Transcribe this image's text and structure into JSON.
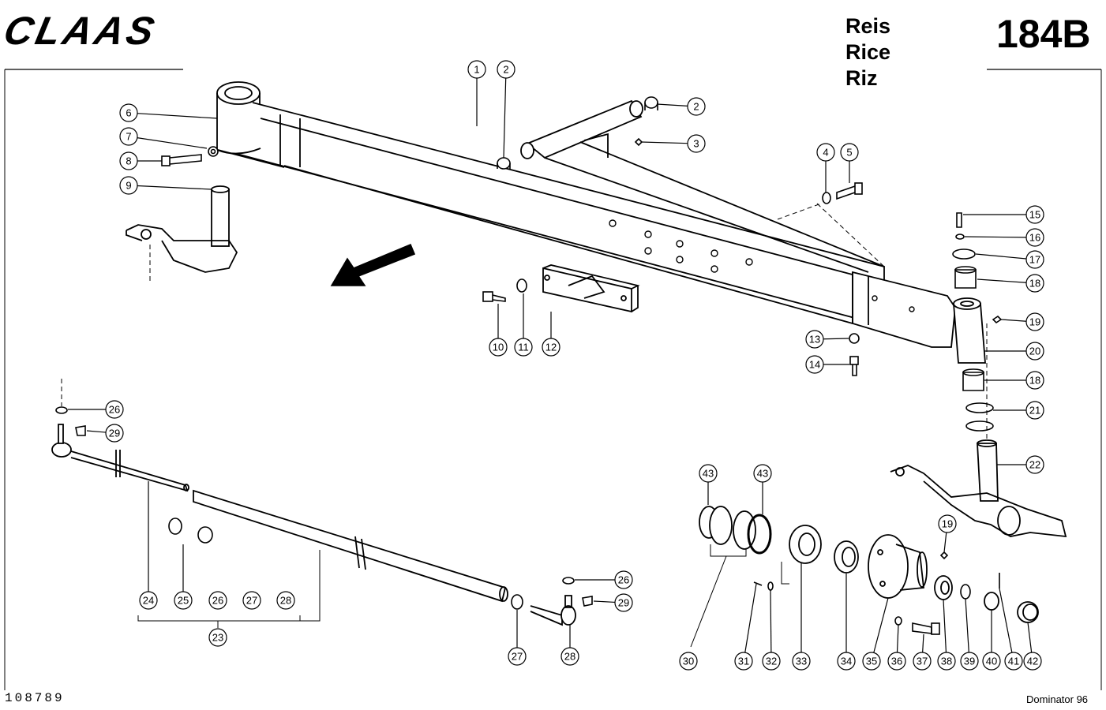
{
  "header": {
    "brand": "CLAAS",
    "languages": [
      "Reis",
      "Rice",
      "Riz"
    ],
    "page_code": "184B"
  },
  "footer": {
    "drawing_number": "108789",
    "model": "Dominator 96"
  },
  "callouts": [
    {
      "n": "1"
    },
    {
      "n": "2"
    },
    {
      "n": "2"
    },
    {
      "n": "3"
    },
    {
      "n": "4"
    },
    {
      "n": "5"
    },
    {
      "n": "6"
    },
    {
      "n": "7"
    },
    {
      "n": "8"
    },
    {
      "n": "9"
    },
    {
      "n": "10"
    },
    {
      "n": "11"
    },
    {
      "n": "12"
    },
    {
      "n": "13"
    },
    {
      "n": "14"
    },
    {
      "n": "15"
    },
    {
      "n": "16"
    },
    {
      "n": "17"
    },
    {
      "n": "18"
    },
    {
      "n": "19"
    },
    {
      "n": "20"
    },
    {
      "n": "18"
    },
    {
      "n": "21"
    },
    {
      "n": "22"
    },
    {
      "n": "26"
    },
    {
      "n": "29"
    },
    {
      "n": "24"
    },
    {
      "n": "25"
    },
    {
      "n": "26"
    },
    {
      "n": "27"
    },
    {
      "n": "28"
    },
    {
      "n": "23"
    },
    {
      "n": "26"
    },
    {
      "n": "29"
    },
    {
      "n": "27"
    },
    {
      "n": "28"
    },
    {
      "n": "43"
    },
    {
      "n": "43"
    },
    {
      "n": "19"
    },
    {
      "n": "30"
    },
    {
      "n": "31"
    },
    {
      "n": "32"
    },
    {
      "n": "33"
    },
    {
      "n": "34"
    },
    {
      "n": "35"
    },
    {
      "n": "36"
    },
    {
      "n": "37"
    },
    {
      "n": "38"
    },
    {
      "n": "39"
    },
    {
      "n": "40"
    },
    {
      "n": "41"
    },
    {
      "n": "42"
    }
  ]
}
